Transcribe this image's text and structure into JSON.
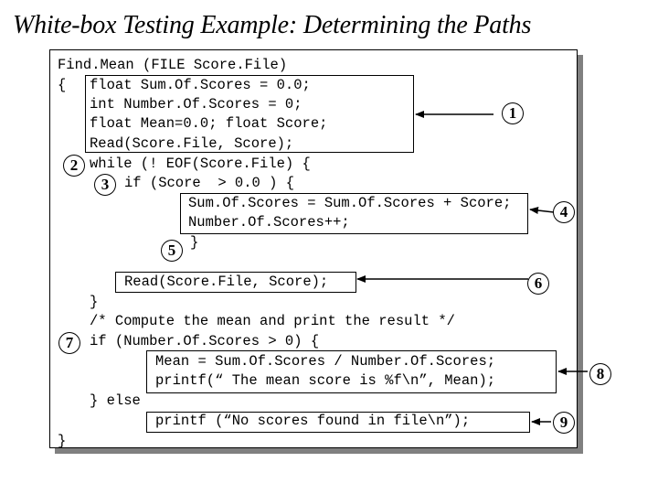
{
  "title": "White-box Testing Example: Determining the Paths",
  "code": {
    "line1": "Find.Mean (FILE Score.File)",
    "line2_brace": "{",
    "line2_text": "float Sum.Of.Scores = 0.0;",
    "line3": "int Number.Of.Scores = 0;",
    "line4": "float Mean=0.0; float Score;",
    "line5": "Read(Score.File, Score);",
    "line6": "while (! EOF(Score.File) {",
    "line7": "if (Score  > 0.0 ) {",
    "line8": "Sum.Of.Scores = Sum.Of.Scores + Score;",
    "line9": "Number.Of.Scores++;",
    "line10": "}",
    "line11": "Read(Score.File, Score);",
    "line12": "}",
    "line13": "/* Compute the mean and print the result */",
    "line14": "if (Number.Of.Scores > 0) {",
    "line15": "Mean = Sum.Of.Scores / Number.Of.Scores;",
    "line16": "printf(“ The mean score is %f\\n”, Mean);",
    "line17": "} else",
    "line18": "printf (“No scores found in file\\n”);",
    "line19": "}"
  },
  "nodes": {
    "n1": "1",
    "n2": "2",
    "n3": "3",
    "n4": "4",
    "n5": "5",
    "n6": "6",
    "n7": "7",
    "n8": "8",
    "n9": "9"
  }
}
